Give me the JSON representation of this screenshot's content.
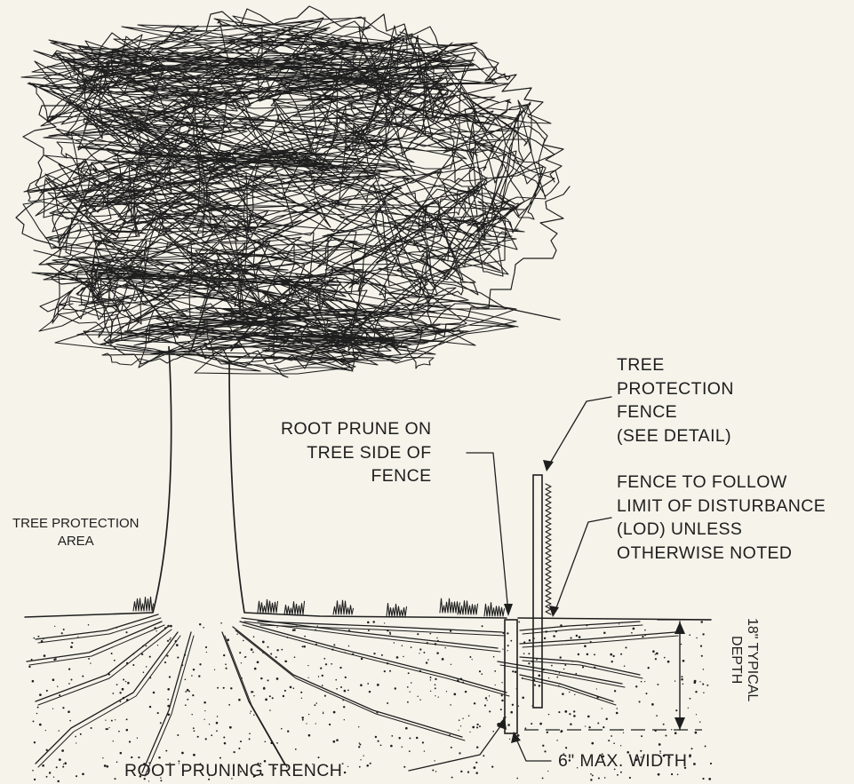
{
  "labels": {
    "tree_protection_area": [
      "TREE PROTECTION",
      "AREA"
    ],
    "root_prune": [
      "ROOT PRUNE ON",
      "TREE SIDE OF",
      "FENCE"
    ],
    "tree_protection_fence": [
      "TREE",
      "PROTECTION",
      "FENCE",
      "(SEE DETAIL)"
    ],
    "fence_follow_lod": [
      "FENCE TO FOLLOW",
      "LIMIT OF DISTURBANCE",
      "(LOD) UNLESS",
      "OTHERWISE NOTED"
    ],
    "typical_depth": [
      "18\" TYPICAL",
      "DEPTH"
    ],
    "max_width": "6\" MAX. WIDTH",
    "root_pruning_trench": "ROOT PRUNING TRENCH"
  },
  "colors": {
    "background": "#f5f3ea",
    "ink": "#1e1e1e"
  }
}
